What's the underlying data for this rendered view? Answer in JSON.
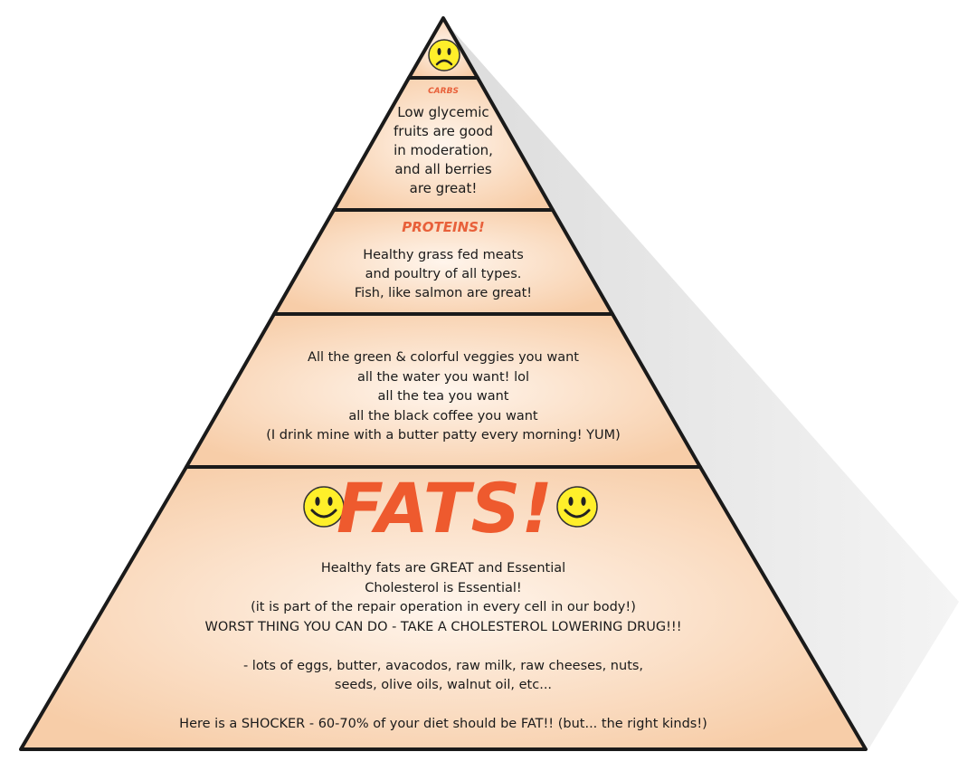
{
  "colors": {
    "outline": "#1a1a1a",
    "tier_fill_center": "#fff5ec",
    "tier_fill_edge": "#f7cda8",
    "label_accent": "#e8603a",
    "shadow": "#e6e6e6",
    "smiley_fill": "#ffef2a",
    "smiley_stroke": "#333333"
  },
  "icons": {
    "top": "sad-face-icon",
    "fats_left": "happy-face-icon",
    "fats_right": "happy-face-icon"
  },
  "pyramid": {
    "tiers": [
      {
        "id": "carbs",
        "label": "CARBS",
        "lines": [
          "Low glycemic",
          "fruits are good",
          "in moderation,",
          "and all berries",
          "are great!"
        ]
      },
      {
        "id": "proteins",
        "label": "PROTEINS!",
        "lines": [
          "Healthy grass fed meats",
          "and poultry of all types.",
          "Fish, like salmon are great!"
        ]
      },
      {
        "id": "veggies",
        "label": "",
        "lines": [
          "All the green & colorful veggies you want",
          "all the water you want! lol",
          "all the tea you want",
          "all the black coffee you want",
          "(I drink mine with a butter patty every morning! YUM)"
        ]
      },
      {
        "id": "fats",
        "label": "FATS!",
        "lines": [
          "Healthy fats are GREAT and Essential",
          "Cholesterol is Essential!",
          "(it is part of the repair operation in every cell in our body!)",
          "WORST THING YOU CAN DO - TAKE A CHOLESTEROL LOWERING DRUG!!!",
          "",
          "- lots of eggs, butter, avacodos, raw milk, raw cheeses, nuts,",
          "seeds, olive oils, walnut oil, etc...",
          "",
          "Here is a SHOCKER - 60-70% of your diet should be FAT!! (but... the right kinds!)"
        ]
      }
    ]
  }
}
